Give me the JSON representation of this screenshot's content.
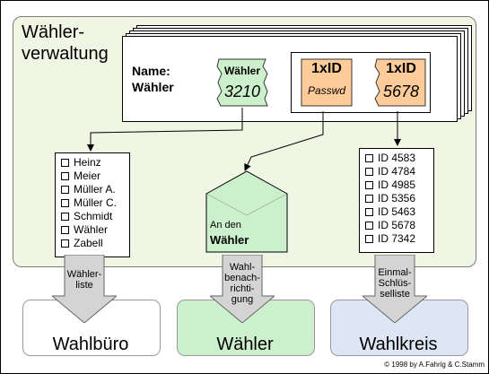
{
  "panel_title": "Wähler-\nverwaltung",
  "card": {
    "name_label": "Name:\nWähler",
    "token_top": "Wähler",
    "token_bottom": "3210",
    "id1_top": "1xID",
    "id1_bottom": "Passwd",
    "id2_top": "1xID",
    "id2_bottom": "5678"
  },
  "voter_list": [
    "Heinz",
    "Meier",
    "Müller A.",
    "Müller C.",
    "Schmidt",
    "Wähler",
    "Zabell"
  ],
  "id_list": [
    "ID 4583",
    "ID 4784",
    "ID 4985",
    "ID 5356",
    "ID 5463",
    "ID 5678",
    "ID 7342"
  ],
  "envelope": {
    "line1": "An den",
    "line2": "Wähler"
  },
  "arrows": [
    {
      "label": "Wähler-\nliste"
    },
    {
      "label": "Wahl-\nbenach-\nrichti-\ngung"
    },
    {
      "label": "Einmal-\nSchlüs-\nselliste"
    }
  ],
  "bottom": {
    "left": "Wahlbüro",
    "middle": "Wähler",
    "right": "Wahlkreis"
  },
  "copyright": "© 1998 by A.Fahrig & C.Stamm",
  "colors": {
    "panel_bg": "#f0f5e4",
    "green": "#ccf0cc",
    "orange": "#ffcc99",
    "blue": "#dde6f5"
  }
}
